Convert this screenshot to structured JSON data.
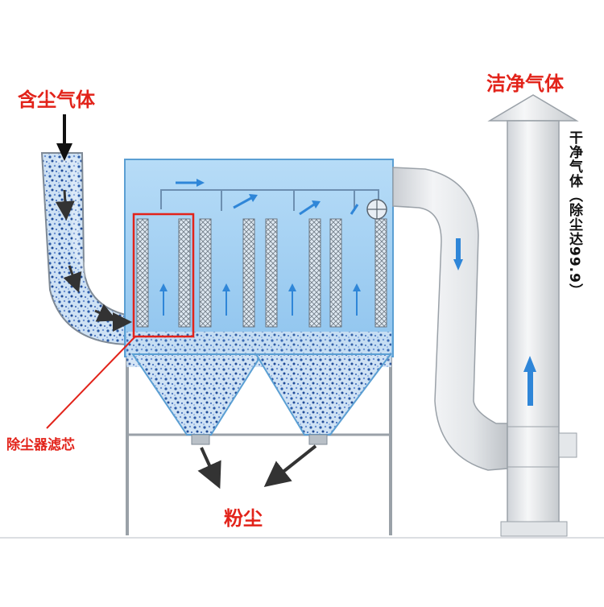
{
  "labels": {
    "dusty_gas": "含尘气体",
    "clean_gas": "洁净气体",
    "clean_gas_vertical": "干净气体（除尘达99.9）",
    "filter_cartridge": "除尘器滤芯",
    "dust": "粉尘"
  },
  "colors": {
    "red_label": "#e2231a",
    "housing_blue": "#a9d3f3",
    "housing_border": "#5b9fd3",
    "arrow_blue": "#2f86d8",
    "duct_gray": "#d9dde2",
    "dark_arrow": "#333333"
  },
  "icons": {
    "flow_arrows": "arrow-icon",
    "fan": "fan-icon"
  }
}
